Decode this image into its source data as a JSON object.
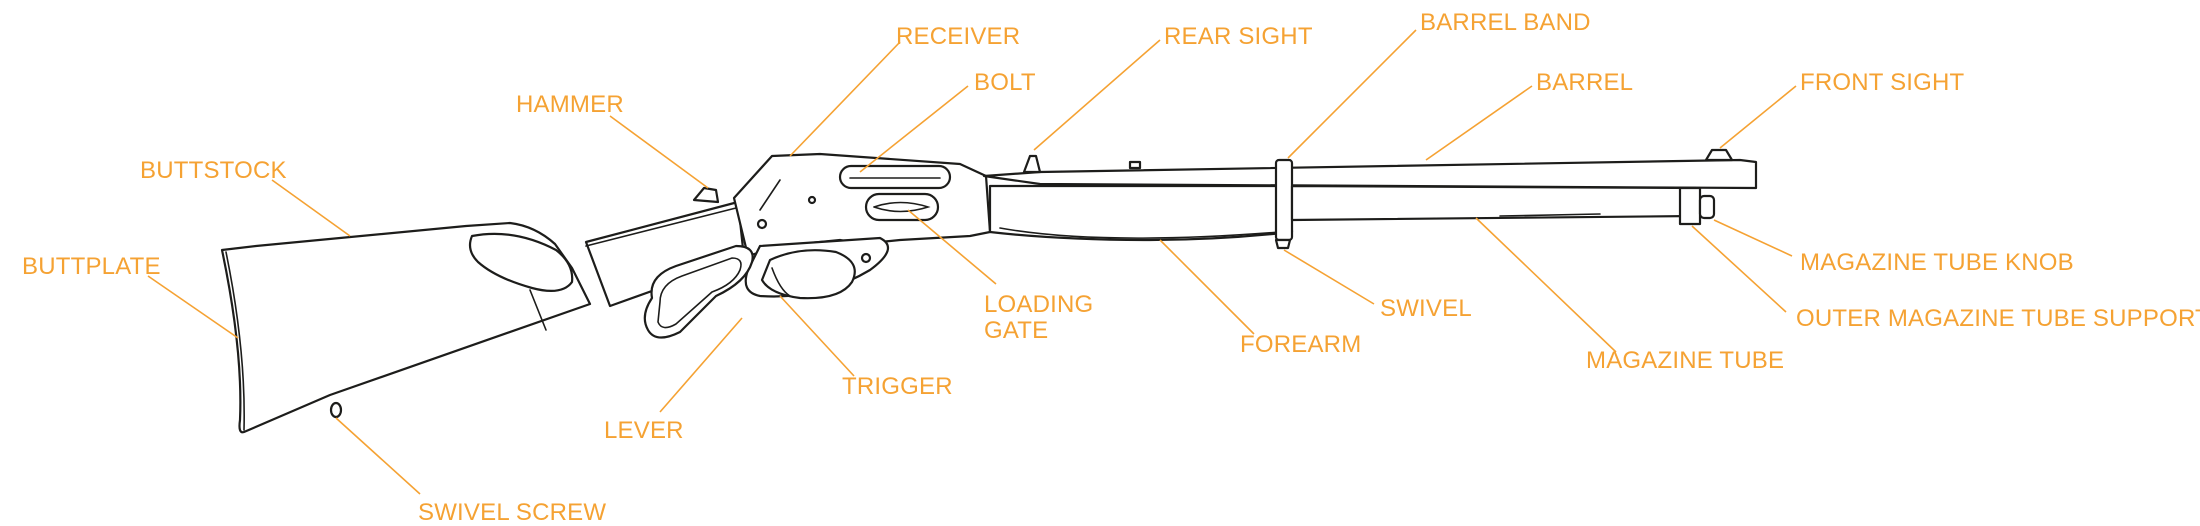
{
  "diagram": {
    "label_color": "#f5a233",
    "line_color": "#1d1d1b",
    "labels": {
      "receiver": "RECEIVER",
      "rear_sight": "REAR SIGHT",
      "barrel_band": "BARREL BAND",
      "bolt": "BOLT",
      "barrel": "BARREL",
      "front_sight": "FRONT SIGHT",
      "hammer": "HAMMER",
      "buttstock": "BUTTSTOCK",
      "buttplate": "BUTTPLATE",
      "magazine_tube_knob": "MAGAZINE TUBE KNOB",
      "loading_gate_1": "LOADING",
      "loading_gate_2": "GATE",
      "swivel": "SWIVEL",
      "outer_magazine_tube_support": "OUTER MAGAZINE TUBE SUPPORT",
      "forearm": "FOREARM",
      "trigger": "TRIGGER",
      "magazine_tube": "MAGAZINE TUBE",
      "lever": "LEVER",
      "swivel_screw": "SWIVEL SCREW"
    }
  }
}
